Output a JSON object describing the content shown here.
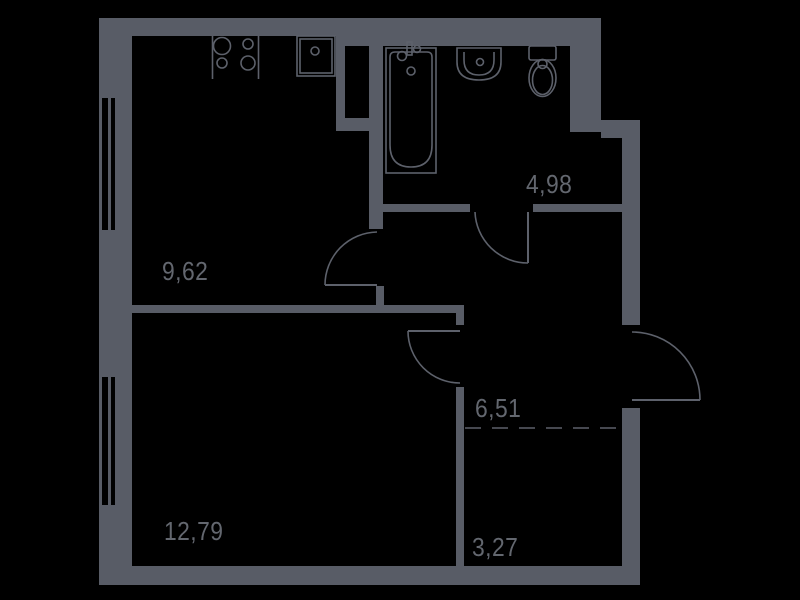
{
  "canvas": {
    "background": "#000000",
    "wall_color": "#585c66",
    "line_color": "#5d616b",
    "text_color": "#63676f"
  },
  "rooms": [
    {
      "id": "kitchen",
      "area_label": "9,62"
    },
    {
      "id": "bathroom",
      "area_label": "4,98"
    },
    {
      "id": "hallway",
      "area_label": "6,51"
    },
    {
      "id": "living-room",
      "area_label": "12,79"
    },
    {
      "id": "wardrobe",
      "area_label": "3,27"
    }
  ],
  "fixtures": [
    "stove-icon",
    "kitchen-sink-icon",
    "bathtub-icon",
    "washbasin-icon",
    "toilet-icon"
  ],
  "doors": [
    "kitchen-door",
    "bathroom-door",
    "living-room-door",
    "entrance-door"
  ],
  "windows": [
    "upper-left-window",
    "lower-left-window"
  ]
}
